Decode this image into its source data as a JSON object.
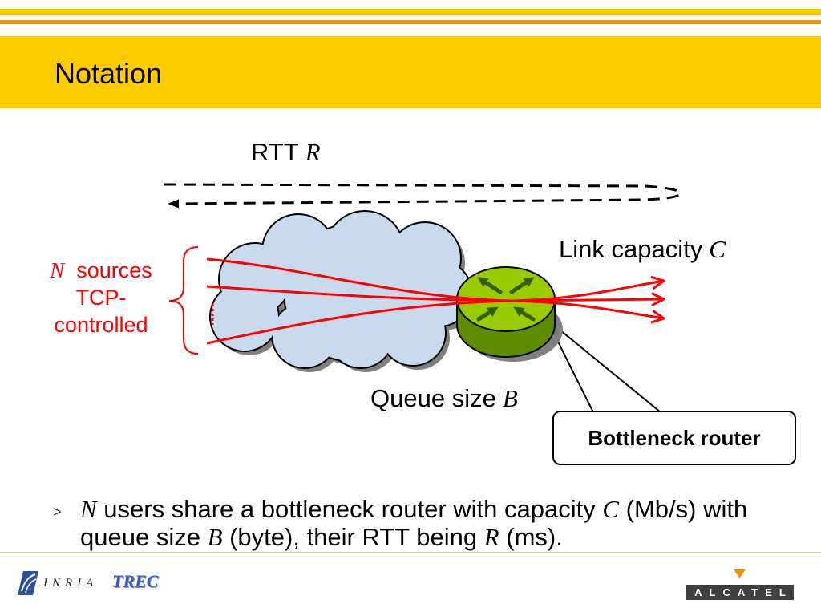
{
  "slide": {
    "title": "Notation",
    "colors": {
      "title_bar": "#FFCC00",
      "top_stripe": "#FFCC00",
      "top_line": "#F39200",
      "footer_line": "#F6C36E",
      "accent_red": "#FF0000",
      "router_top": "#99CC00",
      "router_side": "#5E8C00",
      "router_arrows": "#356000",
      "cloud": "#C9DAEE",
      "shadow": "#808080",
      "trec_blue": "#3A5BC7",
      "alcatel_orange": "#F39200",
      "alcatel_bar": "#3F3F3F",
      "inria_blue": "#2E4F9E"
    }
  },
  "diagram": {
    "rtt": {
      "label": "RTT",
      "var": "R"
    },
    "sources": {
      "var": "N",
      "word": "sources",
      "line2": "TCP-",
      "line3": "controlled"
    },
    "link": {
      "label": "Link capacity",
      "var": "C"
    },
    "queue": {
      "label": "Queue size",
      "var": "B"
    },
    "callout": "Bottleneck router",
    "icons": {
      "cloud": "cloud-icon",
      "router": "router-icon"
    }
  },
  "bullet": {
    "marker": ">",
    "line1": [
      "N",
      " users share a bottleneck router with capacity ",
      "C",
      " (Mb/s) with"
    ],
    "line2": [
      "queue size ",
      "B",
      " (byte), their RTT being ",
      "R",
      " (ms)."
    ]
  },
  "footer": {
    "inria": "INRIA",
    "trec": "TREC",
    "alcatel": "ALCATEL"
  }
}
